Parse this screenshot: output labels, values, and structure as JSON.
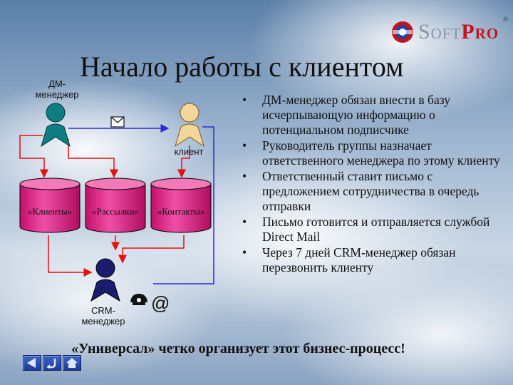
{
  "logo": {
    "soft": "Soft",
    "pro": "Pro",
    "reg": "®"
  },
  "title": "Начало работы с клиентом",
  "diagram": {
    "dm_manager_label": "ДМ-\nменеджер",
    "client_label": "клиент",
    "crm_manager_label": "CRM-\nменеджер",
    "databases": [
      "«Клиенты»",
      "«Рассылки»",
      "«Контакты»"
    ],
    "email_symbol": "@",
    "colors": {
      "arrow": "#e41010",
      "line": "#2b2bd0",
      "db": "#e31b85",
      "dm_person": "#0f7e82",
      "client_person": "#f3d79a",
      "crm_person": "#1c1c6e"
    }
  },
  "bullets": [
    "ДМ-менеджер обязан внести в базу исчерпывающую информацию о потенциальном подписчике",
    "Руководитель группы  назначает ответственного менеджера по этому клиенту",
    "Ответственный ставит письмо с предложением сотрудничества в очередь отправки",
    "Письмо готовится и  отправляется службой Direct Mail",
    "Через 7 дней CRM-менеджер обязан перезвонить клиенту"
  ],
  "summary": "«Универсал» четко организует этот бизнес-процесс!",
  "nav": [
    "back-icon",
    "return-icon",
    "home-icon"
  ]
}
